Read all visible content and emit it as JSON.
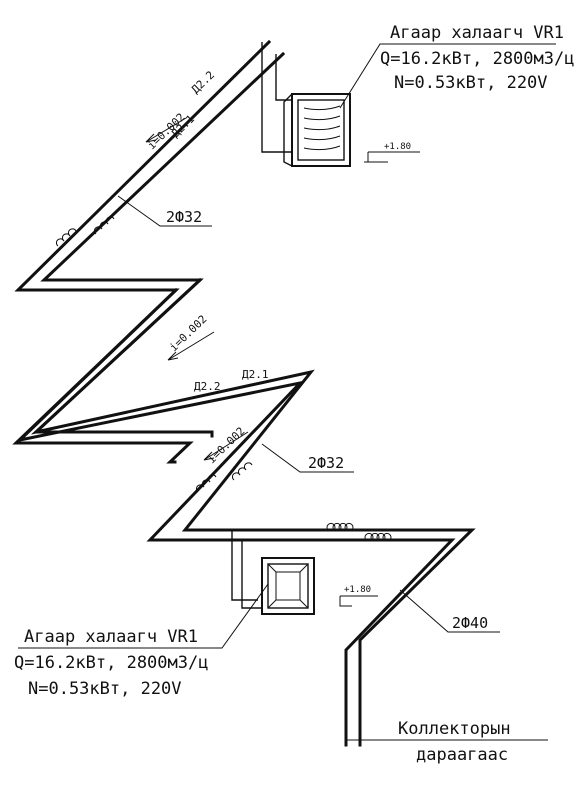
{
  "units": [
    {
      "title": "Агаар халаагч VR1",
      "line1": "Q=16.2кВт, 2800м3/ц",
      "line2": "N=0.53кВт, 220V",
      "elevation": "+1.80"
    },
    {
      "title": "Агаар халаагч VR1",
      "line1": "Q=16.2кВт, 2800м3/ц",
      "line2": "N=0.53кВт, 220V",
      "elevation": "+1.80"
    }
  ],
  "pipes": {
    "d21": "Д2.1",
    "d22": "Д2.2",
    "slope": "i=0.002",
    "size_upper": "2Ф32",
    "size_middle": "2Ф32",
    "size_lower": "2Ф40"
  },
  "collector": {
    "line1": "Коллекторын",
    "line2": "дараагаас"
  }
}
